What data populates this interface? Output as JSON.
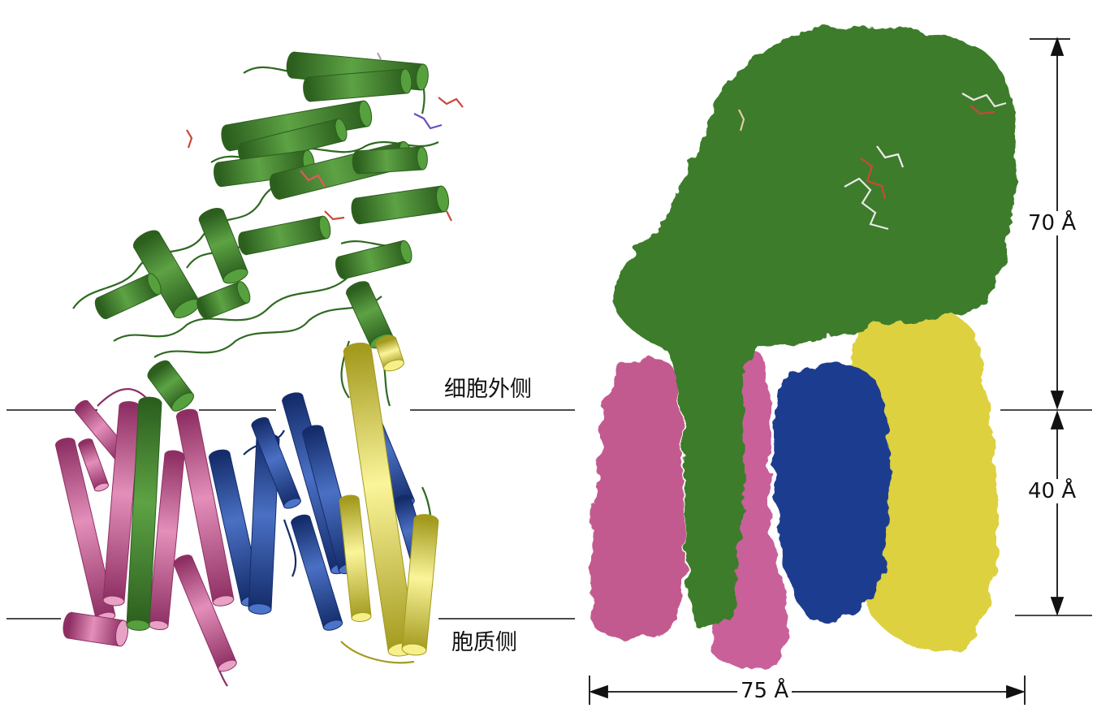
{
  "figure": {
    "labels": {
      "extracellular": "细胞外侧",
      "cytoplasmic": "胞质侧"
    },
    "dimensions": {
      "upper_height": "70 Å",
      "membrane_height": "40 Å",
      "width": "75 Å"
    },
    "colors": {
      "green": "#3e7f2c",
      "green_dark": "#2c5f1e",
      "pink": "#c8578f",
      "pink_dark": "#8e2f63",
      "blue": "#24479a",
      "blue_dark": "#142c6a",
      "blue_light": "#5d84c8",
      "yellow": "#e7dc45",
      "yellow_dark": "#a39a1e",
      "line": "#111111"
    },
    "panels": [
      {
        "name": "cartoon",
        "style": "cylinder helices"
      },
      {
        "name": "surface",
        "style": "molecular surface"
      }
    ]
  }
}
